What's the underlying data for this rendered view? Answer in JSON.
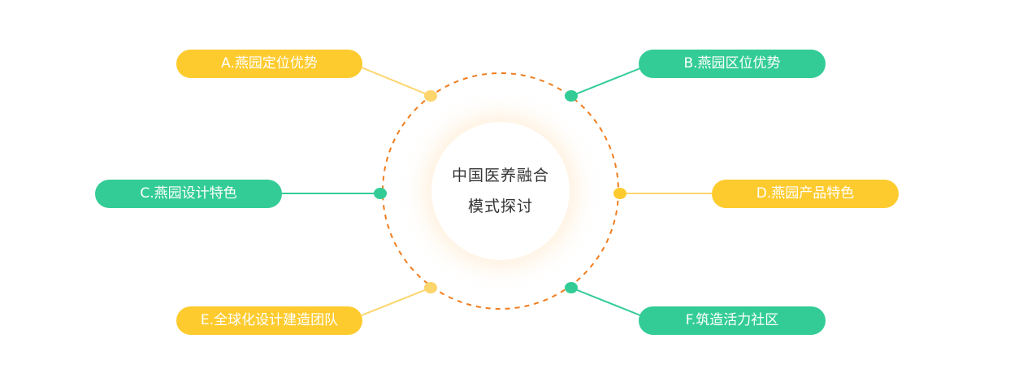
{
  "center": {
    "line1": "中国医养融合",
    "line2": "模式探讨"
  },
  "colors": {
    "yellow": "#fecb2f",
    "green": "#33cc96",
    "dash": "#f07d1f",
    "yellow_line": "#fdd56d",
    "green_line": "#33cc96"
  },
  "items": [
    {
      "id": "A",
      "label": "A.燕园定位优势",
      "color": "yellow"
    },
    {
      "id": "B",
      "label": "B.燕园区位优势",
      "color": "green"
    },
    {
      "id": "C",
      "label": "C.燕园设计特色",
      "color": "green"
    },
    {
      "id": "D",
      "label": "D.燕园产品特色",
      "color": "yellow"
    },
    {
      "id": "E",
      "label": "E.全球化设计建造团队",
      "color": "yellow"
    },
    {
      "id": "F",
      "label": "F.筑造活力社区",
      "color": "green"
    }
  ]
}
